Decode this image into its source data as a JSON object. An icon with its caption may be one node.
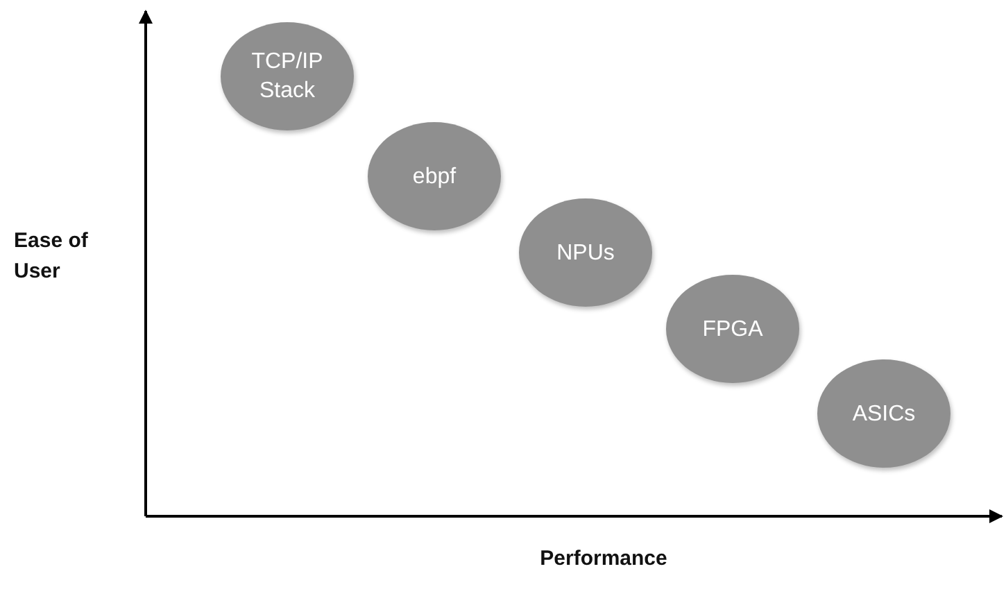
{
  "diagram": {
    "nodes": [
      {
        "text": [
          "TCP/IP Stack"
        ]
      },
      {
        "text": [
          "ebpf"
        ]
      },
      {
        "text": [
          "NPUs"
        ]
      },
      {
        "text": [
          "FPGA"
        ]
      },
      {
        "text": [
          "ASICs"
        ]
      }
    ],
    "labels": [
      "Ease of User",
      "Performance"
    ]
  }
}
